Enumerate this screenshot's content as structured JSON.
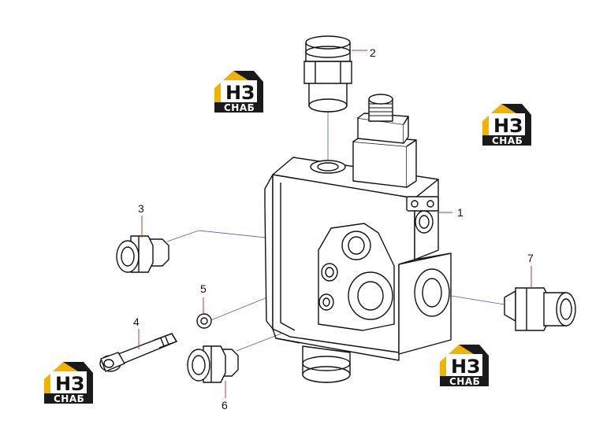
{
  "callouts": {
    "p1": "1",
    "p2": "2",
    "p3": "3",
    "p4": "4",
    "p5": "5",
    "p6": "6",
    "p7": "7"
  },
  "logo": {
    "mark": "НЗ",
    "caption": "СНАБ"
  },
  "colors": {
    "leader_red": "#c0392b",
    "leader_blue": "#4a5fb5",
    "logo_yellow": "#f0b400",
    "logo_dark": "#1a1a1a",
    "line": "#111111"
  }
}
